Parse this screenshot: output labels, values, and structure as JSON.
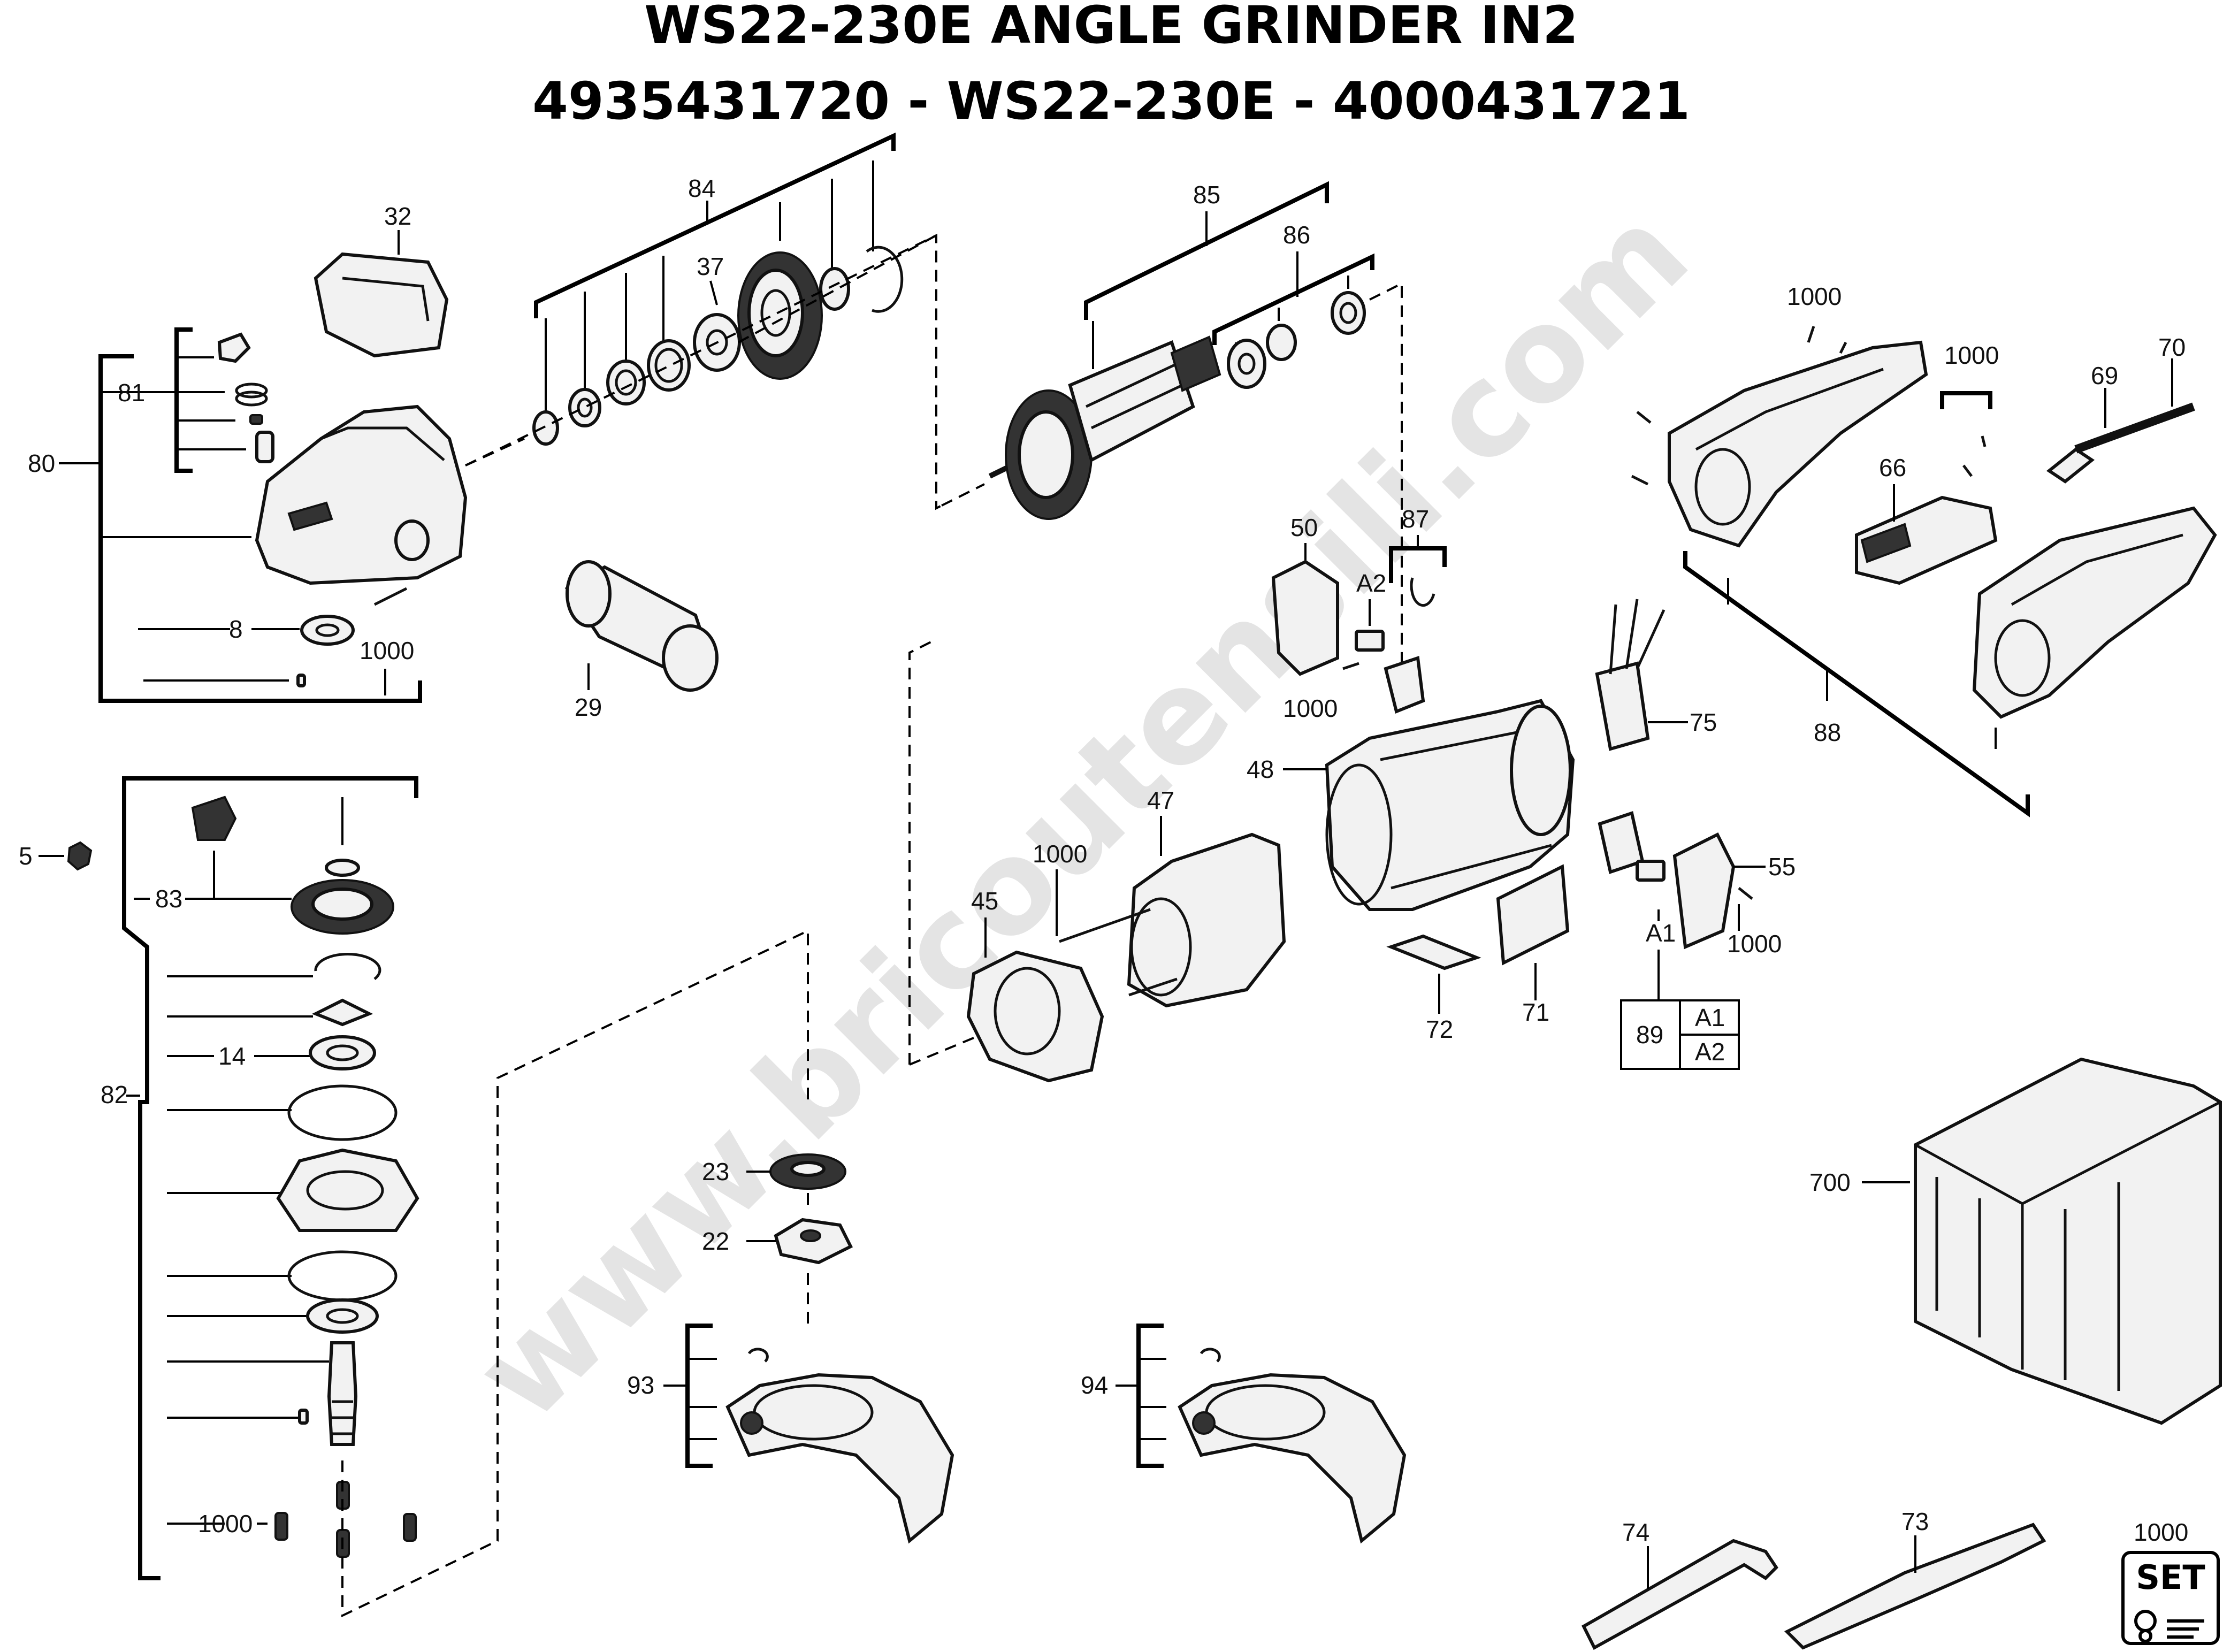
{
  "header": {
    "title_line1": "WS22-230E ANGLE GRINDER IN2",
    "title_line2": "4935431720 - WS22-230E - 4000431721"
  },
  "watermark": "www.bricoutensili.com",
  "callouts": {
    "c32": "32",
    "c84": "84",
    "c37": "37",
    "c85": "85",
    "c86": "86",
    "c80": "80",
    "c81": "81",
    "c8": "8",
    "c1000_a": "1000",
    "c29": "29",
    "c1000_b": "1000",
    "c1000_c": "1000",
    "c69": "69",
    "c70": "70",
    "c66": "66",
    "c50": "50",
    "c87": "87",
    "cA2_a": "A2",
    "c1000_d": "1000",
    "c75": "75",
    "c88": "88",
    "c48": "48",
    "c47": "47",
    "c1000_e": "1000",
    "c45": "45",
    "c55": "55",
    "cA1_a": "A1",
    "c1000_f": "1000",
    "c72": "72",
    "c71": "71",
    "c89": "89",
    "cA1_b": "A1",
    "cA2_b": "A2",
    "c5": "5",
    "c83": "83",
    "c82": "82",
    "c14": "14",
    "c1000_g": "1000",
    "c23": "23",
    "c22": "22",
    "c93": "93",
    "c94": "94",
    "c700": "700",
    "c74": "74",
    "c73": "73",
    "c1000_h": "1000",
    "set_badge": "SET"
  },
  "colors": {
    "ink": "#000000",
    "paper": "#ffffff",
    "watermark": "#cfcfcf"
  }
}
